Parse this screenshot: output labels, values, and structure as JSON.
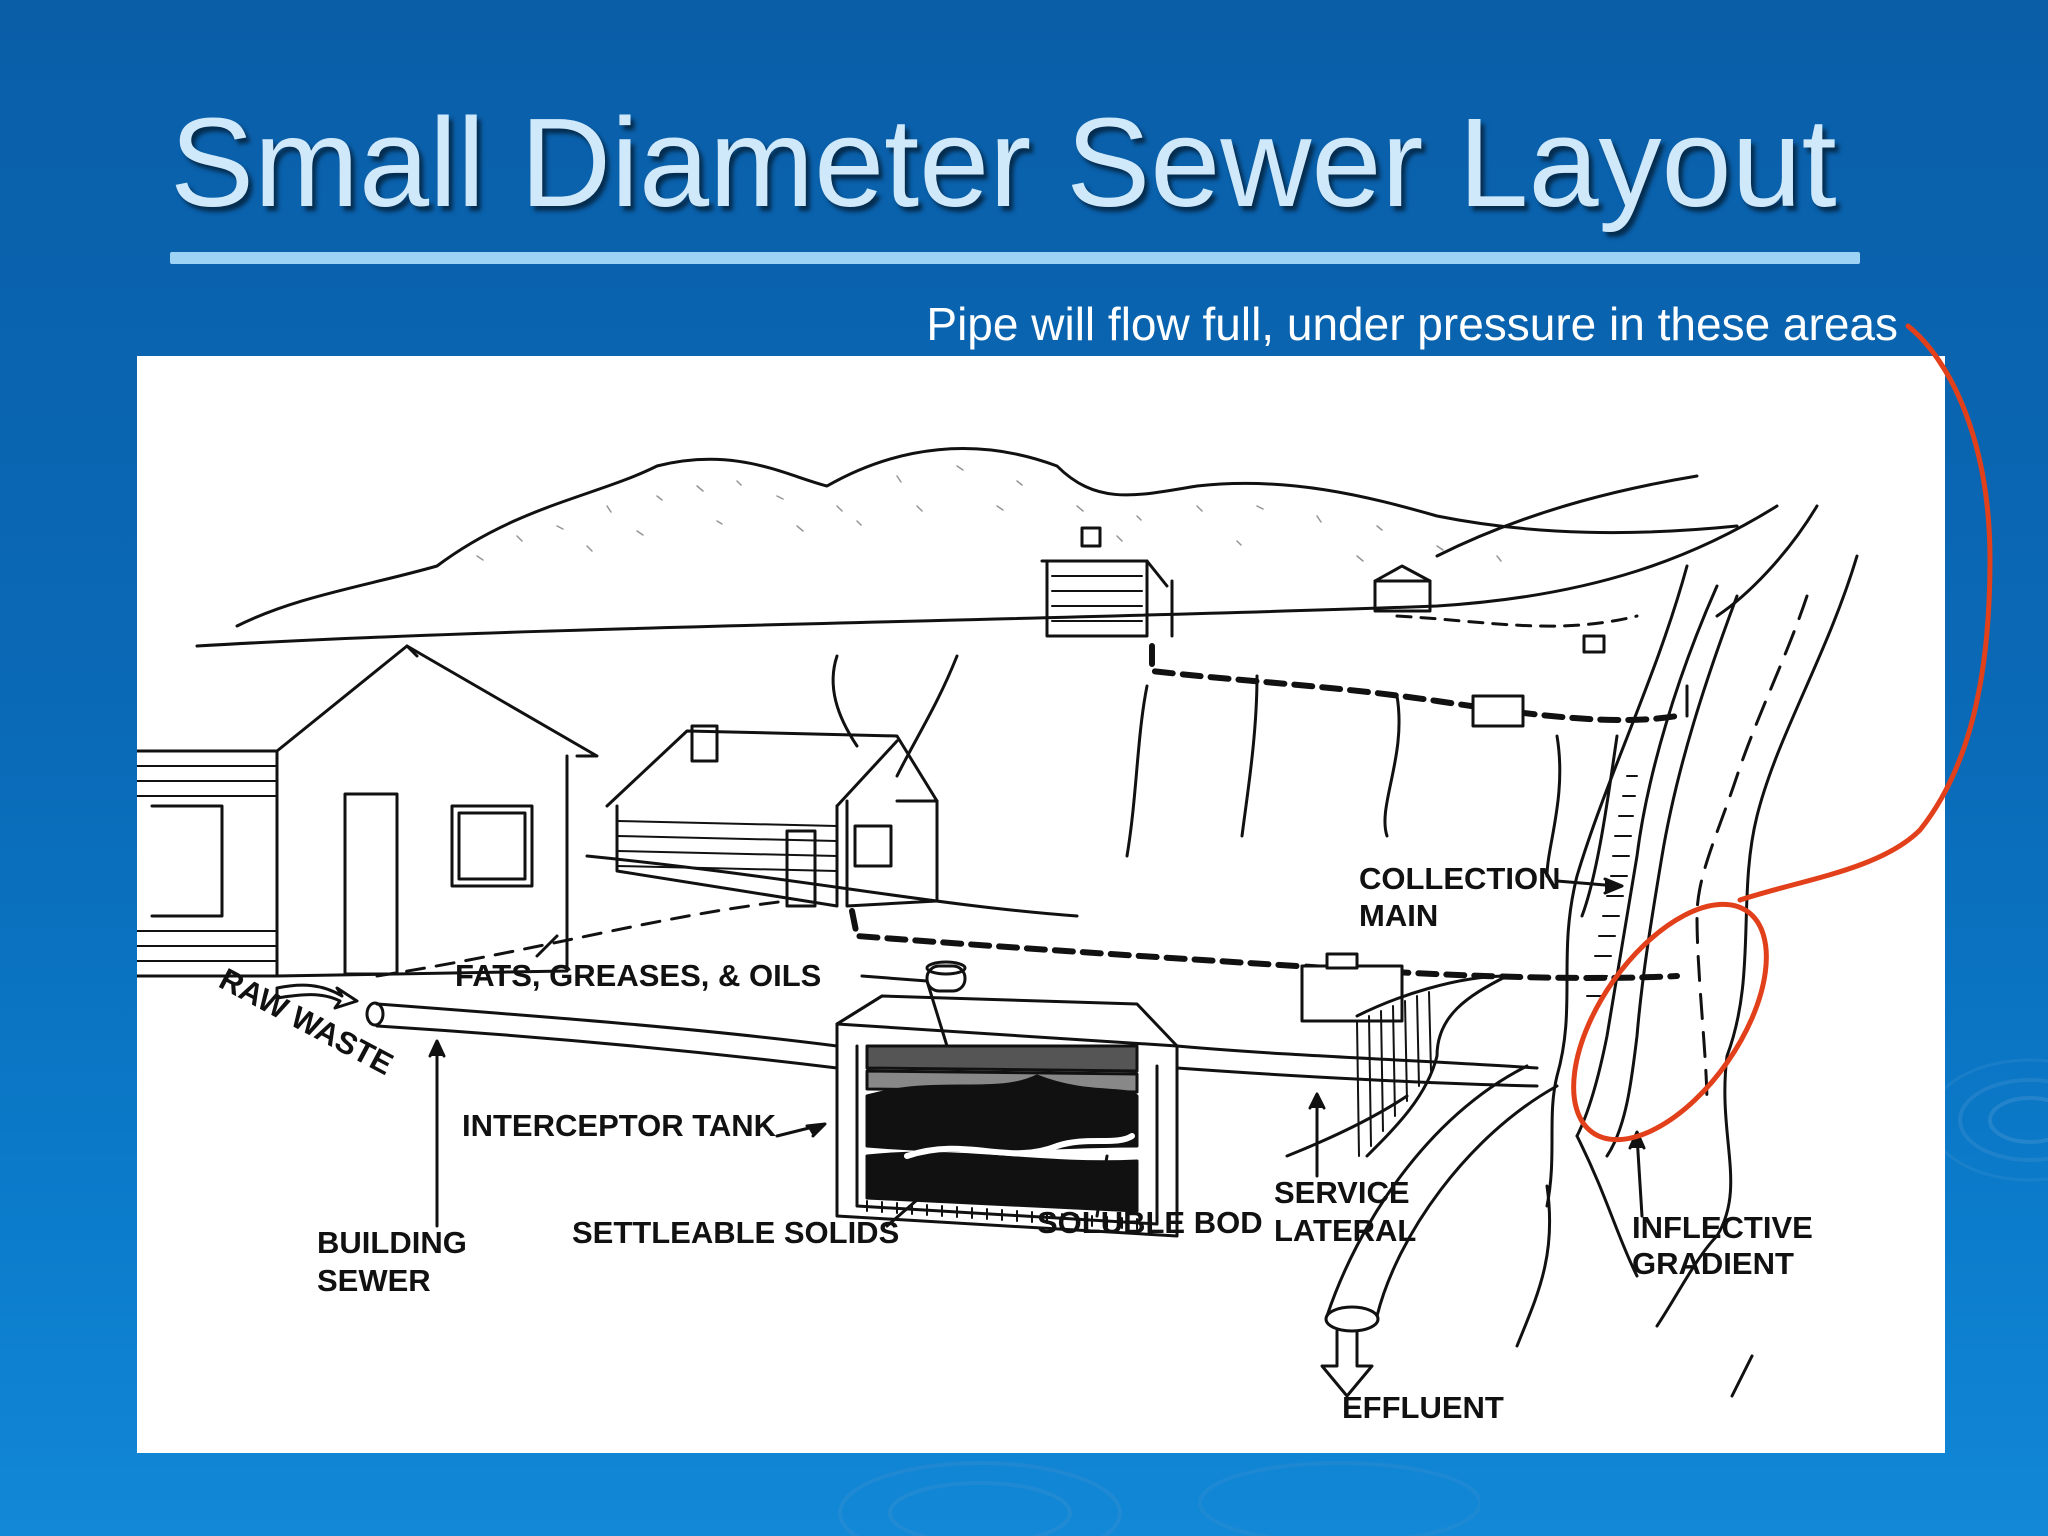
{
  "slide": {
    "title": "Small Diameter Sewer Layout",
    "callout": "Pipe will flow full, under pressure in these areas"
  },
  "diagram": {
    "labels": {
      "raw_waste": "RAW WASTE",
      "fats_greases_oils": "FATS, GREASES, & OILS",
      "interceptor_tank": "INTERCEPTOR TANK",
      "settleable_solids": "SETTLEABLE SOLIDS",
      "soluble_bod": "SOLUBLE BOD",
      "building_sewer_line1": "BUILDING",
      "building_sewer_line2": "SEWER",
      "service_lateral_line1": "SERVICE",
      "service_lateral_line2": "LATERAL",
      "collection_main_line1": "COLLECTION",
      "collection_main_line2": "MAIN",
      "inflective_gradient_line1": "INFLECTIVE",
      "inflective_gradient_line2": "GRADIENT",
      "effluent": "EFFLUENT"
    }
  },
  "colors": {
    "background": "#0a69b6",
    "title": "#cfe9fb",
    "rule": "#9fd3f6",
    "callout_text": "#ffffff",
    "annotation": "#e2401a"
  }
}
